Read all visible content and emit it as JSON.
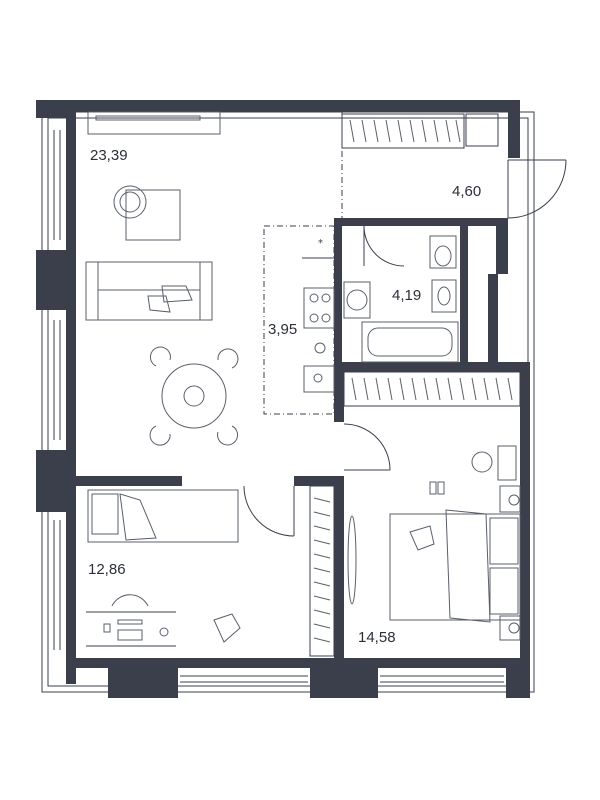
{
  "rooms": [
    {
      "id": "living",
      "area": "23,39"
    },
    {
      "id": "hall",
      "area": "4,60"
    },
    {
      "id": "bathroom",
      "area": "4,19"
    },
    {
      "id": "kitchen",
      "area": "3,95"
    },
    {
      "id": "bedroom-small",
      "area": "12,86"
    },
    {
      "id": "bedroom-large",
      "area": "14,58"
    }
  ],
  "colors": {
    "wall": "#3a3f4b",
    "line": "#3a3f4b",
    "background": "#ffffff"
  }
}
